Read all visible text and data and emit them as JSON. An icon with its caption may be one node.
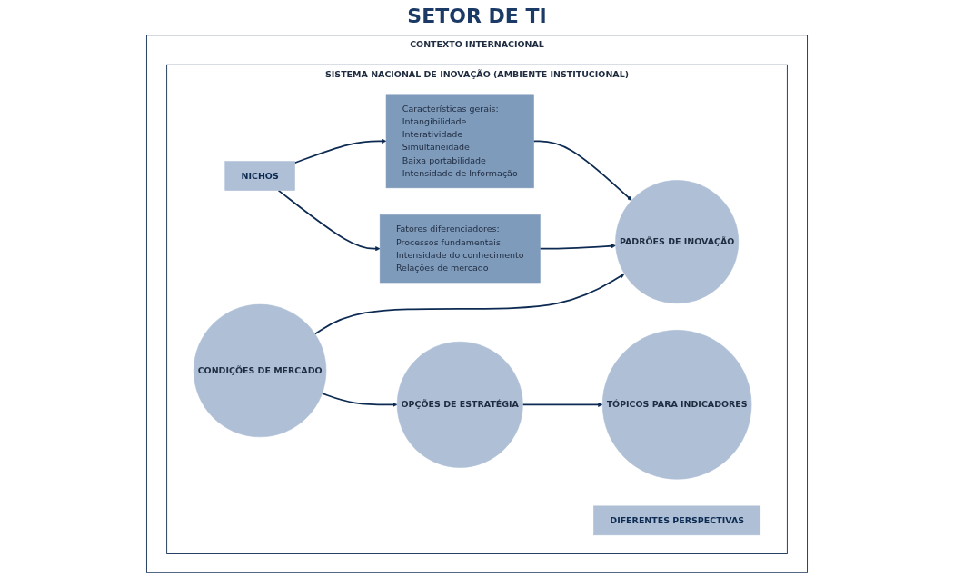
{
  "diagram": {
    "nodes": [
      {
        "text": [
          "CONTEXTO INTERNACIONAL"
        ]
      },
      {
        "text": [
          "SISTEMA NACIONAL DE INOVAÇÃO (AMBIENTE INSTITUCIONAL)"
        ],
        "in": 0
      },
      {
        "text": [
          "Características gerais:",
          "Intangibilidade",
          "Interatividade",
          "Simultaneidade",
          "Baixa portabilidade",
          "Intensidade de Informação"
        ],
        "in": 1
      },
      {
        "text": [
          "NICHOS"
        ],
        "in": 1
      },
      {
        "text": [
          "Fatores diferenciadores:",
          "Processos fundamentais",
          "Intensidade do conhecimento",
          "Relações de mercado"
        ],
        "in": 1
      },
      {
        "text": [
          "PADRÕES DE INOVAÇÃO"
        ],
        "in": 1
      },
      {
        "text": [
          "CONDIÇÕES DE MERCADO"
        ],
        "in": 1
      },
      {
        "text": [
          "TÓPICOS PARA INDICADORES"
        ],
        "in": 1
      },
      {
        "text": [
          "OPÇÕES DE ESTRATÉGIA"
        ],
        "in": 1
      },
      {
        "text": [
          "DIFERENTES PERSPECTIVAS"
        ],
        "in": 1
      }
    ],
    "edges": [
      {
        "from": 3,
        "to": 2,
        "arrow": "to"
      },
      {
        "from": 3,
        "to": 4,
        "arrow": "to"
      },
      {
        "from": 2,
        "to": 5,
        "arrow": "to"
      },
      {
        "from": 6,
        "to": 5,
        "arrow": "to"
      },
      {
        "from": 6,
        "to": 8,
        "arrow": "to"
      },
      {
        "from": 8,
        "to": 7,
        "arrow": "to"
      },
      {
        "from": 4,
        "to": 5,
        "arrow": "to"
      }
    ],
    "labels": [
      "SETOR DE TI"
    ]
  }
}
